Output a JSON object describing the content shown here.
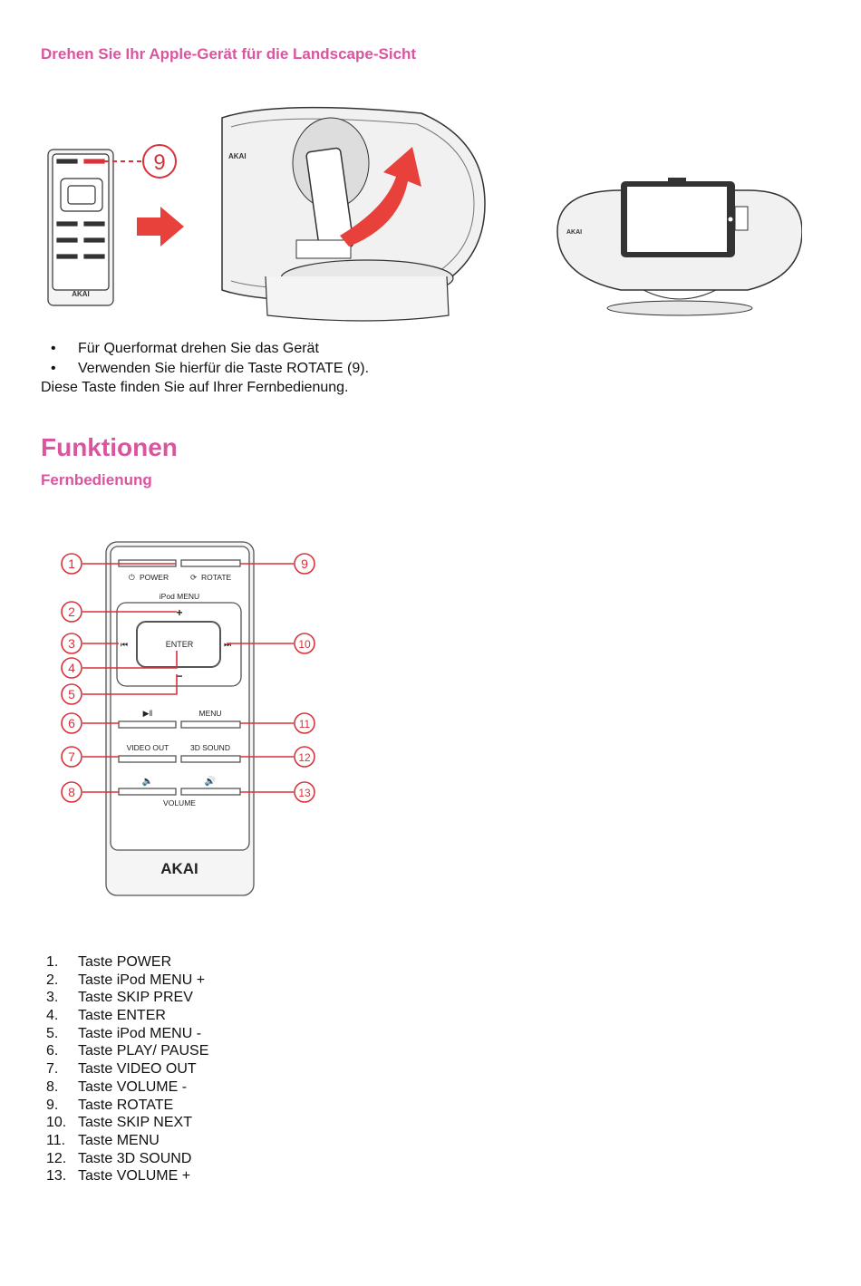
{
  "colors": {
    "heading": "#d9559f",
    "callout": "#d8323a",
    "arrow": "#e8413c"
  },
  "section1": {
    "title": "Drehen Sie Ihr Apple-Gerät für die Landscape-Sicht",
    "bullets": [
      "Für Querformat drehen Sie das Gerät",
      "Verwenden Sie hierfür die Taste ROTATE (9)."
    ],
    "note": "Diese Taste finden Sie auf Ihrer Fernbedienung."
  },
  "figure_top": {
    "callout": "9",
    "logo": "AKAI"
  },
  "section2": {
    "title": "Funktionen",
    "subtitle": "Fernbedienung"
  },
  "remote": {
    "power": "POWER",
    "rotate": "ROTATE",
    "ipod_menu": "iPod MENU",
    "plus": "+",
    "minus": "−",
    "enter": "ENTER",
    "menu": "MENU",
    "video_out": "VIDEO OUT",
    "sound3d": "3D SOUND",
    "volume": "VOLUME",
    "brand": "AKAI",
    "callouts": [
      "1",
      "2",
      "3",
      "4",
      "5",
      "6",
      "7",
      "8",
      "9",
      "10",
      "11",
      "12",
      "13"
    ]
  },
  "items": [
    {
      "num": "1.",
      "text": "Taste POWER"
    },
    {
      "num": "2.",
      "text": "Taste iPod MENU +"
    },
    {
      "num": "3.",
      "text": "Taste SKIP PREV"
    },
    {
      "num": "4.",
      "text": "Taste ENTER"
    },
    {
      "num": "5.",
      "text": "Taste iPod MENU -"
    },
    {
      "num": "6.",
      "text": "Taste PLAY/ PAUSE"
    },
    {
      "num": "7.",
      "text": "Taste VIDEO OUT"
    },
    {
      "num": "8.",
      "text": "Taste VOLUME -"
    },
    {
      "num": "9.",
      "text": "Taste ROTATE"
    },
    {
      "num": "10.",
      "text": "Taste SKIP NEXT"
    },
    {
      "num": "11.",
      "text": "Taste MENU"
    },
    {
      "num": "12.",
      "text": "Taste 3D SOUND"
    },
    {
      "num": "13.",
      "text": "Taste VOLUME +"
    }
  ]
}
